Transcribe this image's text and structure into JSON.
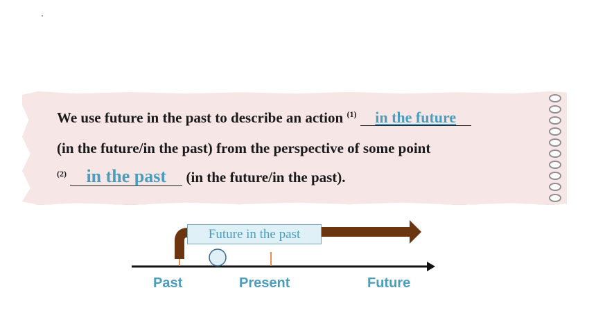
{
  "card": {
    "line1_text": "We use future in the past to describe an action ",
    "mark1": "(1)",
    "answer1": "in the future",
    "line2_text": "(in the future/in the past) from the perspective of some point",
    "mark2": "(2)",
    "answer2": "in the past",
    "line3_text": " (in the future/in the past)."
  },
  "timeline": {
    "box_label": "Future in the past",
    "labels": {
      "past": "Past",
      "present": "Present",
      "future": "Future"
    }
  },
  "colors": {
    "accent": "#4a9dbd",
    "arrow_brown": "#6b3510",
    "tick_orange": "#e8904a",
    "card_bg": "#f7e6e6"
  }
}
